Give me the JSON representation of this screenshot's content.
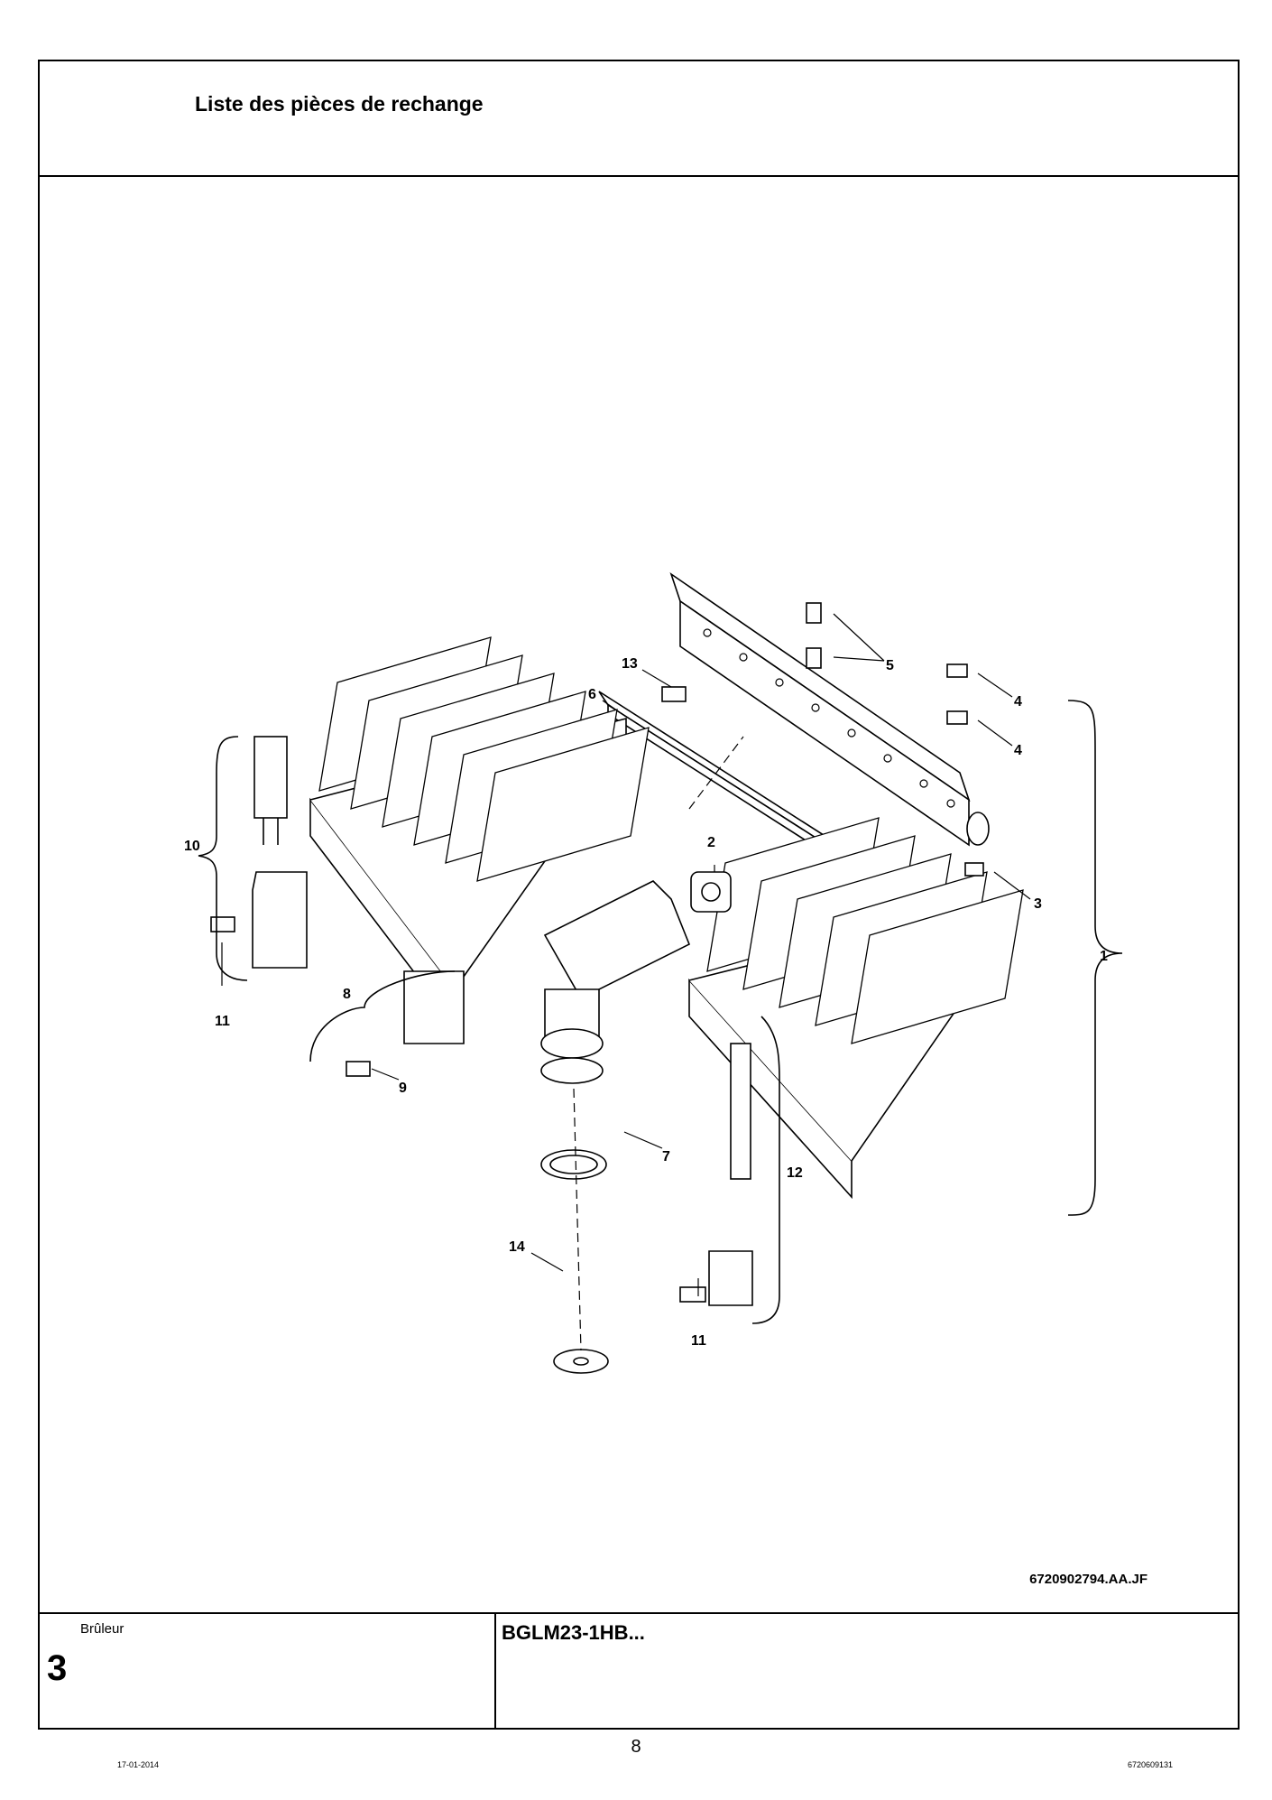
{
  "header": {
    "title": "Liste des pièces de rechange"
  },
  "drawing": {
    "figure_ref": "6720902794.AA.JF",
    "callouts": [
      "1",
      "2",
      "3",
      "4",
      "4",
      "5",
      "6",
      "7",
      "8",
      "9",
      "10",
      "11",
      "11",
      "12",
      "13",
      "14"
    ]
  },
  "footer": {
    "section_name": "Brûleur",
    "section_number": "3",
    "model": "BGLM23-1HB..."
  },
  "page": {
    "number": "8",
    "date": "17-01-2014",
    "doc_number": "6720609131"
  }
}
